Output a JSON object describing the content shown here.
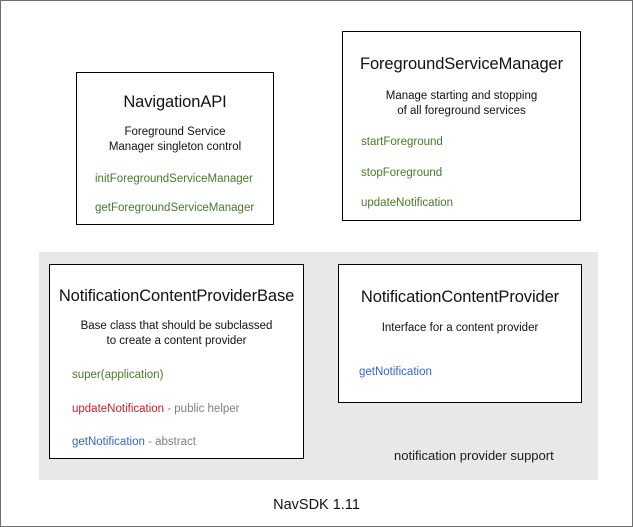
{
  "diagram": {
    "footer_label": "NavSDK 1.11",
    "panel": {
      "caption": "notification provider support",
      "background": "#e8e8e8"
    },
    "colors": {
      "green": "#4a7a2a",
      "red": "#cc2127",
      "blue": "#3366cc",
      "note_gray": "#808080",
      "text": "#111111",
      "border": "#000000"
    },
    "boxes": [
      {
        "title": "NavigationAPI",
        "description_lines": [
          "Foreground Service",
          "Manager singleton control"
        ],
        "members": [
          {
            "name": "initForegroundServiceManager",
            "color": "green",
            "note": ""
          },
          {
            "name": "getForegroundServiceManager",
            "color": "green",
            "note": ""
          }
        ]
      },
      {
        "title": "ForegroundServiceManager",
        "description_lines": [
          "Manage starting and stopping",
          "of all foreground services"
        ],
        "members": [
          {
            "name": "startForeground",
            "color": "green",
            "note": ""
          },
          {
            "name": "stopForeground",
            "color": "green",
            "note": ""
          },
          {
            "name": "updateNotification",
            "color": "green",
            "note": ""
          }
        ]
      },
      {
        "title": "NotificationContentProviderBase",
        "description_lines": [
          "Base class that should be subclassed",
          "to create a content provider"
        ],
        "members": [
          {
            "name": "super(application)",
            "color": "green",
            "note": ""
          },
          {
            "name": "updateNotification",
            "color": "red",
            "note": " - public helper"
          },
          {
            "name": "getNotification",
            "color": "blue",
            "note": " - abstract"
          }
        ]
      },
      {
        "title": "NotificationContentProvider",
        "description_lines": [
          "Interface for a content provider"
        ],
        "members": [
          {
            "name": "getNotification",
            "color": "blue",
            "note": ""
          }
        ]
      }
    ]
  }
}
